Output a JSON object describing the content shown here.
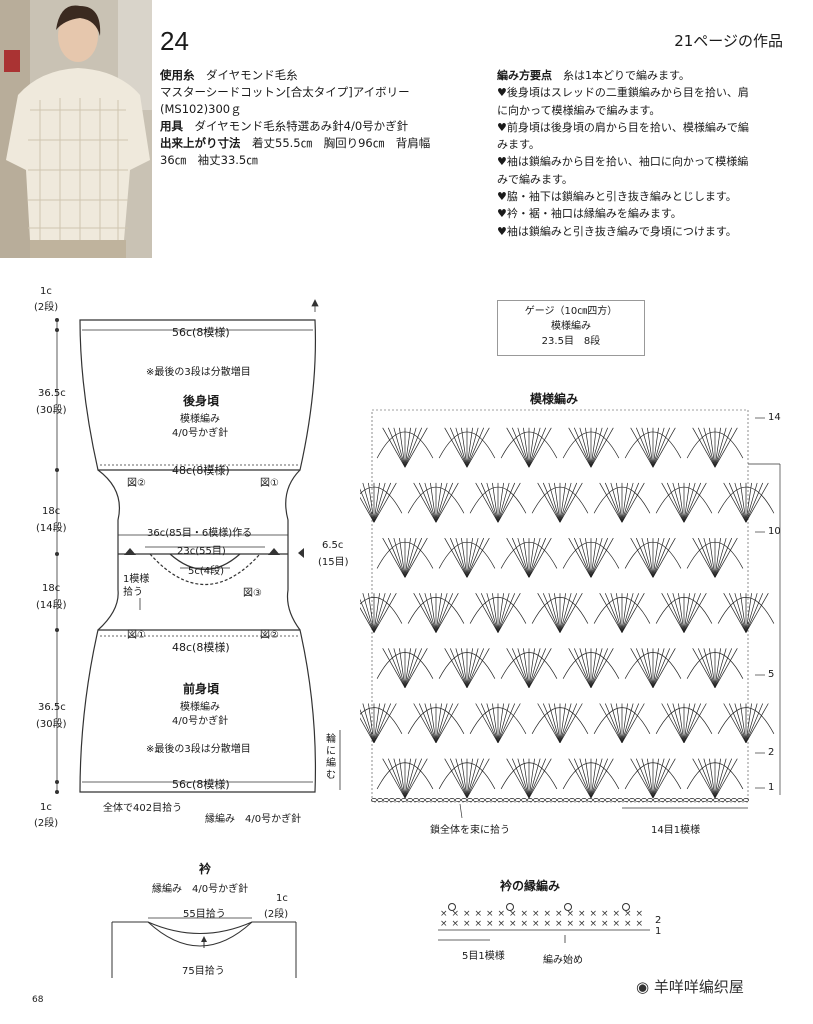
{
  "header": {
    "page_number": "24",
    "ref": "21ページの作品"
  },
  "spec": {
    "yarn_label": "使用糸",
    "yarn_brand": "ダイヤモンド毛糸",
    "yarn_line2": "マスターシードコットン[合太タイプ]アイボリー",
    "yarn_line3": "(MS102)300ｇ",
    "tools_label": "用具",
    "tools": "ダイヤモンド毛糸特選あみ針4/0号かぎ針",
    "size_label": "出来上がり寸法",
    "size_line1": "着丈55.5㎝　胸回り96㎝　背肩幅",
    "size_line2": "36㎝　袖丈33.5㎝"
  },
  "points": {
    "title": "編み方要点",
    "lines": [
      "糸は1本どりで編みます。",
      "♥後身頃はスレッドの二重鎖編みから目を拾い、肩",
      "に向かって模様編みで編みます。",
      "♥前身頃は後身頃の肩から目を拾い、模様編みで編",
      "みます。",
      "♥袖は鎖編みから目を拾い、袖口に向かって模様編",
      "みで編みます。",
      "♥脇・袖下は鎖編みと引き抜き編みとじします。",
      "♥衿・裾・袖口は縁編みを編みます。",
      "♥袖は鎖編みと引き抜き編みで身頃につけます。"
    ]
  },
  "schematic": {
    "top_dim": "1c",
    "top_dim_rows": "(2段)",
    "back_h": "36.5c",
    "back_h_rows": "(30段)",
    "arm_h": "18c",
    "arm_h_rows": "(14段)",
    "arm_h2": "18c",
    "arm_h2_rows": "(14段)",
    "front_h": "36.5c",
    "front_h_rows": "(30段)",
    "bot_dim": "1c",
    "bot_dim_rows": "(2段)",
    "back_top_w": "56c(8模様)",
    "back_note": "※最後の3段は分散増目",
    "back_title": "後身頃",
    "back_pat": "模様編み",
    "back_hook": "4/0号かぎ針",
    "back_bottom_w": "48c(8模様)",
    "fig2": "図②",
    "fig1": "図①",
    "fig3": "図③",
    "neck_chain": "36c(85目・6模様)作る",
    "neck_w": "23c(55目)",
    "neck_inner": "5c(4段)",
    "neck_depth": "6.5c",
    "neck_depth_rows": "(15目)",
    "pick_1": "1模様",
    "pick_2": "拾う",
    "front_top_w": "48c(8模様)",
    "front_title": "前身頃",
    "front_pat": "模様編み",
    "front_hook": "4/0号かぎ針",
    "front_note": "※最後の3段は分散増目",
    "front_bottom_w": "56c(8模様)",
    "side_note": "輪に編む",
    "pick_all": "全体で402目拾う",
    "hem_pat": "縁編み　4/0号かぎ針"
  },
  "gauge": {
    "title": "ゲージ（10㎝四方）",
    "pattern": "模様編み",
    "value": "23.5目　8段"
  },
  "chart": {
    "title": "模様編み",
    "row_14": "14",
    "row_10": "10",
    "row_5": "5",
    "row_2": "2",
    "row_1": "1",
    "bottom_note": "鎖全体を束に拾う",
    "repeat": "14目1模様"
  },
  "collar": {
    "title": "衿",
    "pattern": "縁編み　4/0号かぎ針",
    "top": "55目拾う",
    "bottom": "75目拾う",
    "dim": "1c",
    "dim_rows": "(2段)"
  },
  "edge": {
    "title": "衿の縁編み",
    "row_2": "2",
    "row_1": "1",
    "repeat": "5目1模様",
    "start": "編み始め"
  },
  "footer": {
    "page_no": "68",
    "watermark": "羊咩咩编织屋"
  },
  "colors": {
    "ink": "#1a1a1a",
    "photo_bg": "#cfc9bd",
    "sweater": "#efe9dc"
  }
}
